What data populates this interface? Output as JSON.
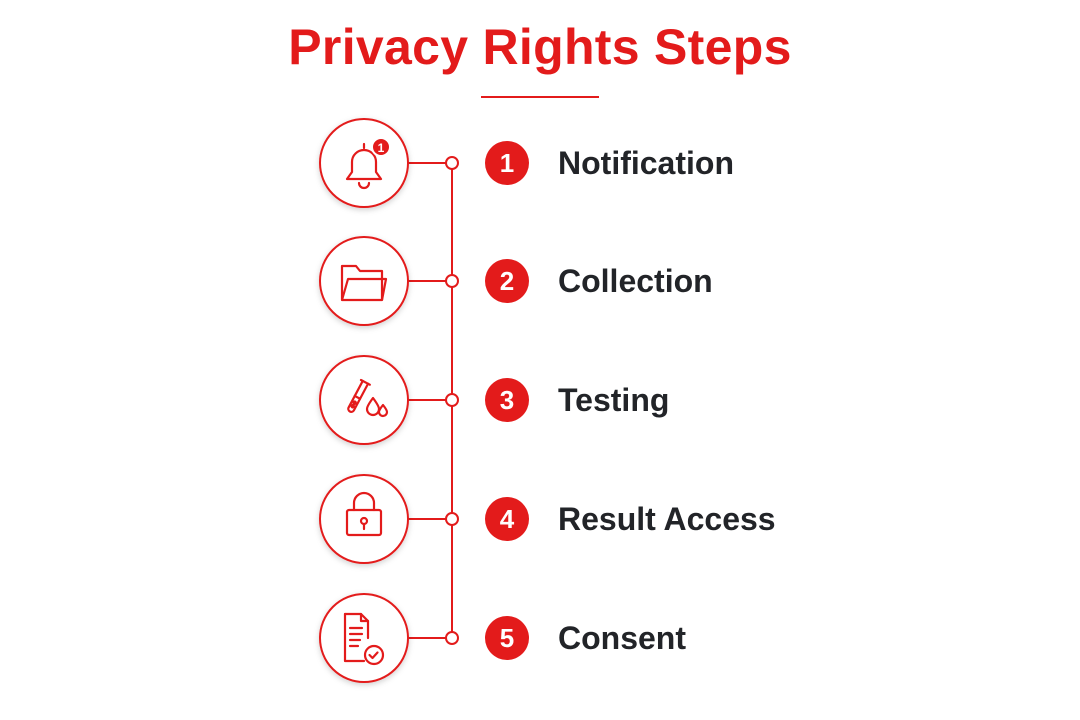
{
  "title": "Privacy Rights Steps",
  "colors": {
    "accent": "#e31b1b",
    "text": "#222428",
    "background": "#ffffff"
  },
  "notification_badge": "1",
  "steps": [
    {
      "number": "1",
      "label": "Notification",
      "icon": "bell-icon"
    },
    {
      "number": "2",
      "label": "Collection",
      "icon": "folder-icon"
    },
    {
      "number": "3",
      "label": "Testing",
      "icon": "test-tube-drops-icon"
    },
    {
      "number": "4",
      "label": "Result Access",
      "icon": "padlock-icon"
    },
    {
      "number": "5",
      "label": "Consent",
      "icon": "document-check-icon"
    }
  ]
}
